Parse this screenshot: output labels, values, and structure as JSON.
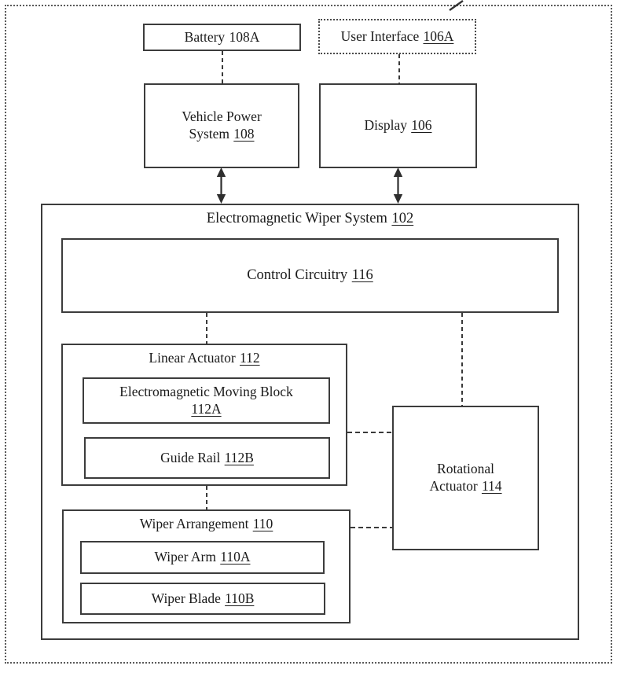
{
  "boxes": {
    "battery": {
      "label": "Battery",
      "ref": "108A"
    },
    "user_interface": {
      "label": "User Interface",
      "ref": "106A"
    },
    "vehicle_power_system": {
      "line1": "Vehicle Power",
      "line2": "System",
      "ref": "108"
    },
    "display": {
      "label": "Display",
      "ref": "106"
    },
    "wiper_system": {
      "label": "Electromagnetic Wiper System",
      "ref": "102"
    },
    "control_circuitry": {
      "label": "Control Circuitry",
      "ref": "116"
    },
    "linear_actuator": {
      "label": "Linear Actuator",
      "ref": "112"
    },
    "moving_block": {
      "label": "Electromagnetic Moving Block",
      "ref": "112A"
    },
    "guide_rail": {
      "label": "Guide Rail",
      "ref": "112B"
    },
    "wiper_arrangement": {
      "label": "Wiper Arrangement",
      "ref": "110"
    },
    "wiper_arm": {
      "label": "Wiper Arm",
      "ref": "110A"
    },
    "wiper_blade": {
      "label": "Wiper Blade",
      "ref": "110B"
    },
    "rotational_actuator": {
      "line1": "Rotational",
      "line2": "Actuator",
      "ref": "114"
    }
  },
  "connections": [
    {
      "from": "Battery 108A",
      "to": "Vehicle Power System 108",
      "style": "dashed-line"
    },
    {
      "from": "User Interface 106A",
      "to": "Display 106",
      "style": "dashed-line"
    },
    {
      "from": "Vehicle Power System 108",
      "to": "Electromagnetic Wiper System 102",
      "style": "double-arrow"
    },
    {
      "from": "Display 106",
      "to": "Electromagnetic Wiper System 102",
      "style": "double-arrow"
    },
    {
      "from": "Control Circuitry 116",
      "to": "Linear Actuator 112",
      "style": "dashed-line"
    },
    {
      "from": "Control Circuitry 116",
      "to": "Rotational Actuator 114",
      "style": "dashed-line"
    },
    {
      "from": "Linear Actuator 112",
      "to": "Wiper Arrangement 110",
      "style": "dashed-line"
    },
    {
      "from": "Linear Actuator 112",
      "to": "Rotational Actuator 114",
      "style": "dashed-line"
    },
    {
      "from": "Wiper Arrangement 110",
      "to": "Rotational Actuator 114",
      "style": "dashed-line"
    }
  ],
  "colors": {
    "line": "#3c3c3c",
    "text": "#1b1b1b",
    "background": "#ffffff"
  }
}
